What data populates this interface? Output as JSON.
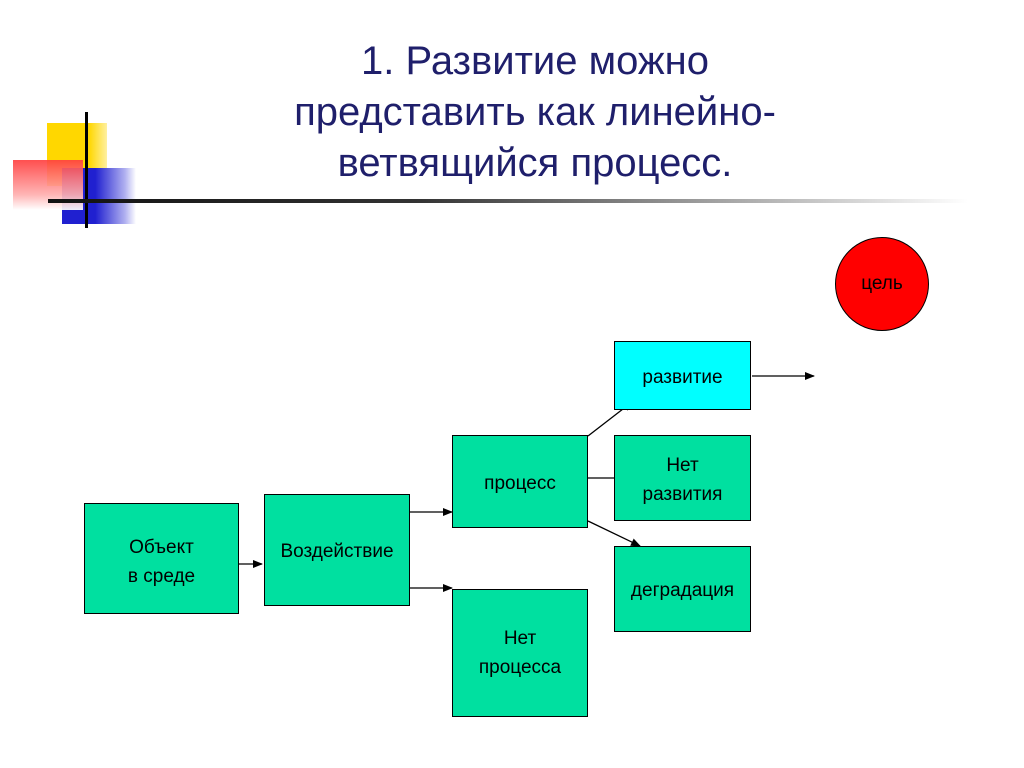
{
  "title": {
    "lines": [
      "1. Развитие можно",
      "представить как линейно-",
      "ветвящийся процесс."
    ]
  },
  "diagram": {
    "nodes": {
      "object": {
        "lines": [
          "Объект",
          "в среде"
        ]
      },
      "impact": {
        "lines": [
          "Воздействие"
        ]
      },
      "process": {
        "lines": [
          "процесс"
        ]
      },
      "no_process": {
        "lines": [
          "Нет",
          "процесса"
        ]
      },
      "development": {
        "lines": [
          "развитие"
        ]
      },
      "no_development": {
        "lines": [
          "Нет",
          "развития"
        ]
      },
      "degradation": {
        "lines": [
          "деградация"
        ]
      },
      "goal": {
        "label": "цель"
      }
    },
    "colors": {
      "box_fill": "#00e0a0",
      "development_fill": "#00ffff",
      "goal_fill": "#ff0000",
      "title_color": "#1f1f6b",
      "deco_yellow": "#ffd700",
      "deco_blue": "#2020d0",
      "deco_red": "#ff4040"
    }
  }
}
